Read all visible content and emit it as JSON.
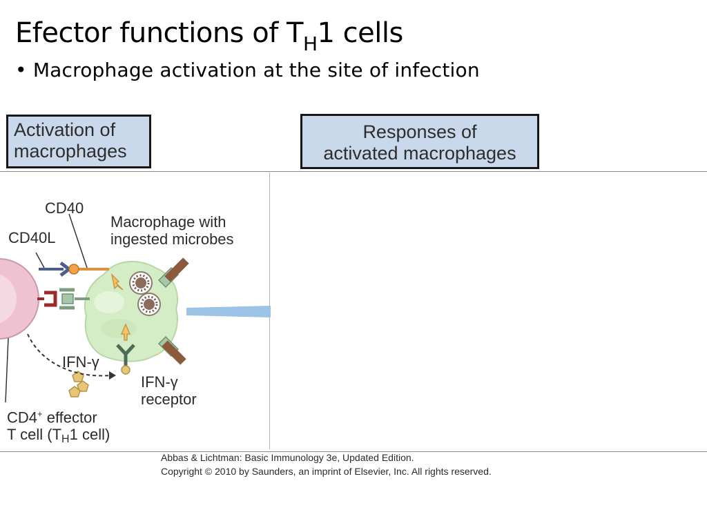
{
  "slide": {
    "title_main": "Efector functions of T",
    "title_subscript": "H",
    "title_tail": "1 cells",
    "bullet": "• Macrophage activation at the site of infection"
  },
  "boxes": {
    "left_line1": "Activation of",
    "left_line2": "macrophages",
    "right_line1": "Responses of",
    "right_line2": "activated macrophages"
  },
  "labels": {
    "cd40": "CD40",
    "cd40l": "CD40L",
    "macrophage_line1": "Macrophage with",
    "macrophage_line2": "ingested microbes",
    "ifn_gamma": "IFN-γ",
    "ifn_receptor_line1": "IFN-γ",
    "ifn_receptor_line2": "receptor",
    "tcell_line1_main": "CD4",
    "tcell_line1_sup": "+",
    "tcell_line1_tail": " effector",
    "tcell_line2_main": "T cell (T",
    "tcell_line2_sub": "H",
    "tcell_line2_tail": "1 cell)"
  },
  "credits": {
    "line1": "Abbas & Lichtman: Basic Immunology 3e, Updated Edition.",
    "line2": "Copyright © 2010 by Saunders, an imprint of Elsevier, Inc. All rights reserved."
  },
  "colors": {
    "header_box_fill": "#c9d8ea",
    "macrophage_fill": "#d4edc6",
    "tcell_fill": "#eec2d1",
    "arrow_blue": "#9cc3e6",
    "ifn_gold": "#e6c777"
  }
}
